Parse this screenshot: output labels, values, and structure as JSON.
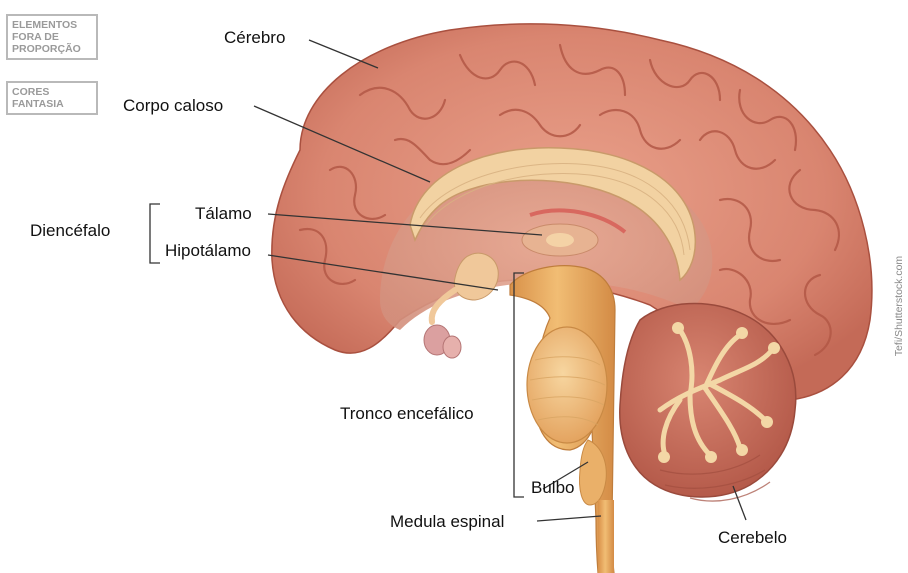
{
  "badges": {
    "disproportion": [
      "ELEMENTOS",
      "FORA DE",
      "PROPORÇÃO"
    ],
    "colors": [
      "CORES",
      "FANTASIA"
    ]
  },
  "labels": {
    "cerebro": "Cérebro",
    "corpo_caloso": "Corpo caloso",
    "diencefalo": "Diencéfalo",
    "talamo": "Tálamo",
    "hipotalamo": "Hipotálamo",
    "tronco": "Tronco encefálico",
    "bulbo": "Bulbo",
    "medula": "Medula espinal",
    "cerebelo": "Cerebelo"
  },
  "credit": "Tefi/Shutterstock.com",
  "colors": {
    "cortex": "#d9826c",
    "cortex_dark": "#b95c4c",
    "white_matter": "#f3d3a4",
    "brainstem": "#e8a95d",
    "cerebellum": "#c97261",
    "accent": "#d65a54"
  }
}
